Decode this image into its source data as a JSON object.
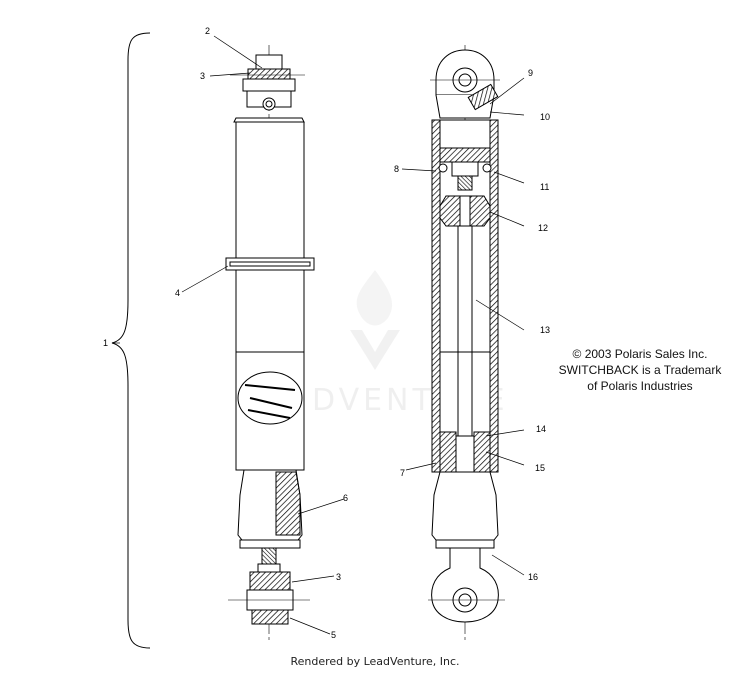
{
  "callouts": {
    "c1": "1",
    "c2": "2",
    "c3a": "3",
    "c3b": "3",
    "c4": "4",
    "c5": "5",
    "c6": "6",
    "c7": "7",
    "c8": "8",
    "c9": "9",
    "c10": "10",
    "c11": "11",
    "c12": "12",
    "c13": "13",
    "c14": "14",
    "c15": "15",
    "c16": "16"
  },
  "notes": {
    "copyright": "© 2003 Polaris Sales Inc.",
    "trademark_line1": "SWITCHBACK is a Trademark",
    "trademark_line2": "of Polaris Industries"
  },
  "watermark": "DVENTURE",
  "footer": "Rendered by LeadVenture, Inc.",
  "colors": {
    "line": "#000000",
    "hatch": "#000000",
    "watermark": "#e6e6e6"
  }
}
